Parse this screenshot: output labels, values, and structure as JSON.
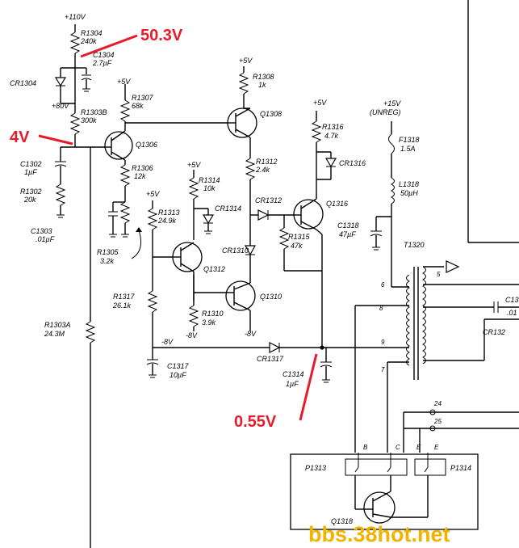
{
  "supply_top": "+110V",
  "measurements": [
    "50.3V",
    "4V",
    "0.55V"
  ],
  "watermark": "bbs.38hot.net",
  "rails": {
    "r1308_top": "+5V",
    "r1307_top": "+5V",
    "r1314_top": "+5V",
    "r1313_top": "+5V",
    "r1316_top": "+5V",
    "unreg_line1": "+15V",
    "unreg_line2": "(UNREG)",
    "r1310_bottom": "-8V",
    "q1310_bottom": "-8V",
    "cr1317_left": "-8V"
  },
  "components": {
    "r1304": [
      "R1304",
      "240k"
    ],
    "c1304": [
      "C1304",
      "2.7µF"
    ],
    "cr1304": "CR1304",
    "plus80": "+80V",
    "r1303b": [
      "R1303B",
      "300k"
    ],
    "r1307": [
      "R1307",
      "68k"
    ],
    "q1306": "Q1306",
    "r1308": [
      "R1308",
      "1k"
    ],
    "q1308": "Q1308",
    "c1302": [
      "C1302",
      "1µF"
    ],
    "r1302": [
      "R1302",
      "20k"
    ],
    "r1306": [
      "R1306",
      "12k"
    ],
    "r1314": [
      "R1314",
      "10k"
    ],
    "r1313": [
      "R1313",
      "24.9k"
    ],
    "cr1314": "CR1314",
    "c1303": [
      "C1303",
      ".01µF"
    ],
    "r1305": [
      "R1305",
      "3.2k"
    ],
    "r1312": [
      "R1312",
      "2.4k"
    ],
    "cr1312": "CR1312",
    "r1315": [
      "R1315",
      "47k"
    ],
    "q1316": "Q1316",
    "r1316": [
      "R1316",
      "4.7k"
    ],
    "cr1316": "CR1316",
    "f1318": [
      "F1318",
      "1.5A"
    ],
    "l1318": [
      "L1318",
      "50µH"
    ],
    "c1318": [
      "C1318",
      "47µF"
    ],
    "t1320": "T1320",
    "cr1310": "CR1310",
    "q1312": "Q1312",
    "q1310": "Q1310",
    "r1317": [
      "R1317",
      "26.1k"
    ],
    "r1310": [
      "R1310",
      "3.9k"
    ],
    "r1303a": [
      "R1303A",
      "24.3M"
    ],
    "c1317": [
      "C1317",
      "10µF"
    ],
    "cr1317": "CR1317",
    "c1314": [
      "C1314",
      "1µF"
    ],
    "p1313": "P1313",
    "p1314": "P1314",
    "q1318": "Q1318",
    "c13_cut": "C13",
    "cr132_cut": "CR132",
    "cap_cut_value": ".01"
  },
  "pins": [
    "5",
    "6",
    "8",
    "9",
    "7",
    "24",
    "25",
    "B",
    "C",
    "E",
    "E"
  ]
}
